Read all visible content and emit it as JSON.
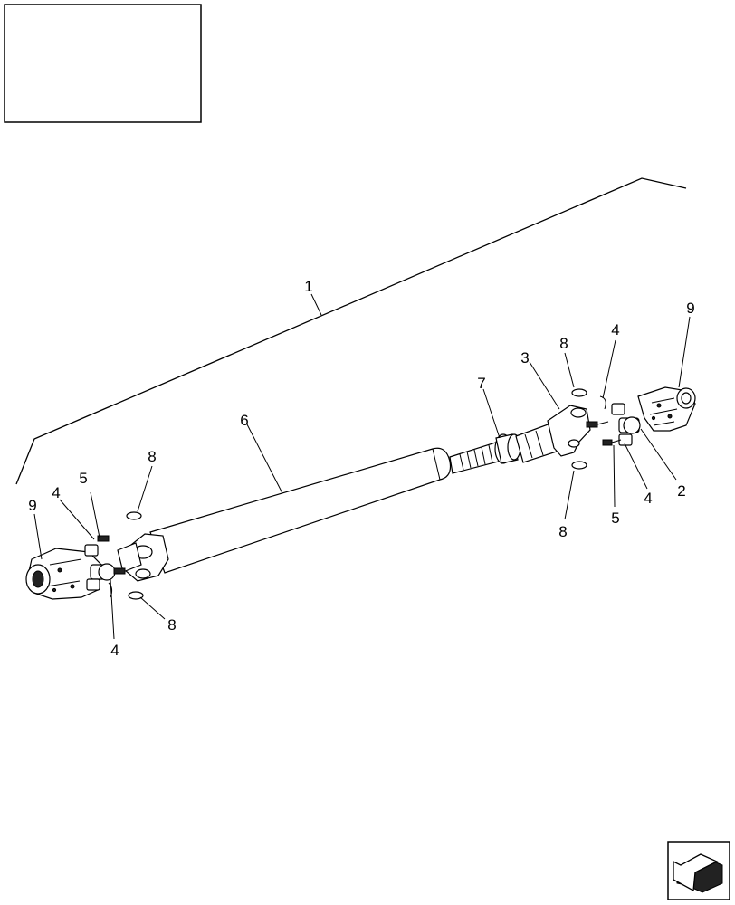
{
  "callouts": {
    "c1": "1",
    "c2": "2",
    "c3": "3",
    "c4a": "4",
    "c4b": "4",
    "c4c": "4",
    "c4d": "4",
    "c5a": "5",
    "c5b": "5",
    "c6": "6",
    "c7": "7",
    "c8a": "8",
    "c8b": "8",
    "c8c": "8",
    "c8d": "8",
    "c9a": "9",
    "c9b": "9"
  },
  "icons": {
    "title_box": "empty-title-box",
    "nav": "arrow-back-icon"
  }
}
